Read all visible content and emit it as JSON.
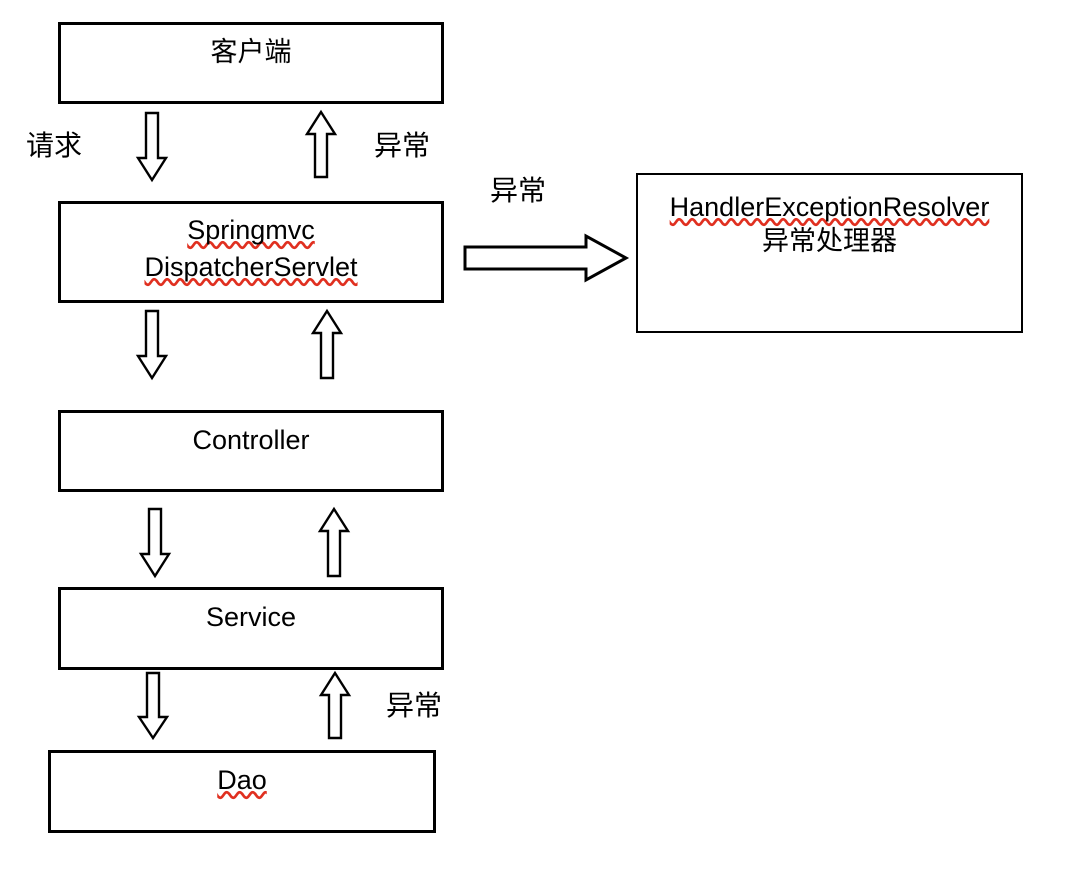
{
  "diagram": {
    "title": "SpringMVC exception handling flow",
    "background_color": "#ffffff",
    "stroke_color": "#000000",
    "spellcheck_underline_color": "#e03020"
  },
  "nodes": {
    "client": {
      "label": "客户端",
      "misspelled": false
    },
    "springmvc": {
      "line1": "Springmvc",
      "line2": "DispatcherServlet",
      "misspelled": true
    },
    "controller": {
      "label": "Controller",
      "misspelled": false
    },
    "service": {
      "label": "Service",
      "misspelled": false
    },
    "dao": {
      "label": "Dao",
      "misspelled": true
    },
    "resolver": {
      "line1": "HandlerExceptionResolver",
      "line2": "异常处理器",
      "misspelled": true
    }
  },
  "labels": {
    "request": "请求",
    "exception_top": "异常",
    "exception_resolver": "异常",
    "exception_service": "异常"
  },
  "arrows": {
    "client_to_springmvc": "down-arrow",
    "springmvc_to_client": "up-arrow",
    "springmvc_to_controller": "down-arrow",
    "controller_to_springmvc": "up-arrow",
    "controller_to_service": "down-arrow",
    "service_to_controller": "up-arrow",
    "service_to_dao": "down-arrow",
    "dao_to_service": "up-arrow",
    "springmvc_to_resolver": "right-arrow"
  }
}
